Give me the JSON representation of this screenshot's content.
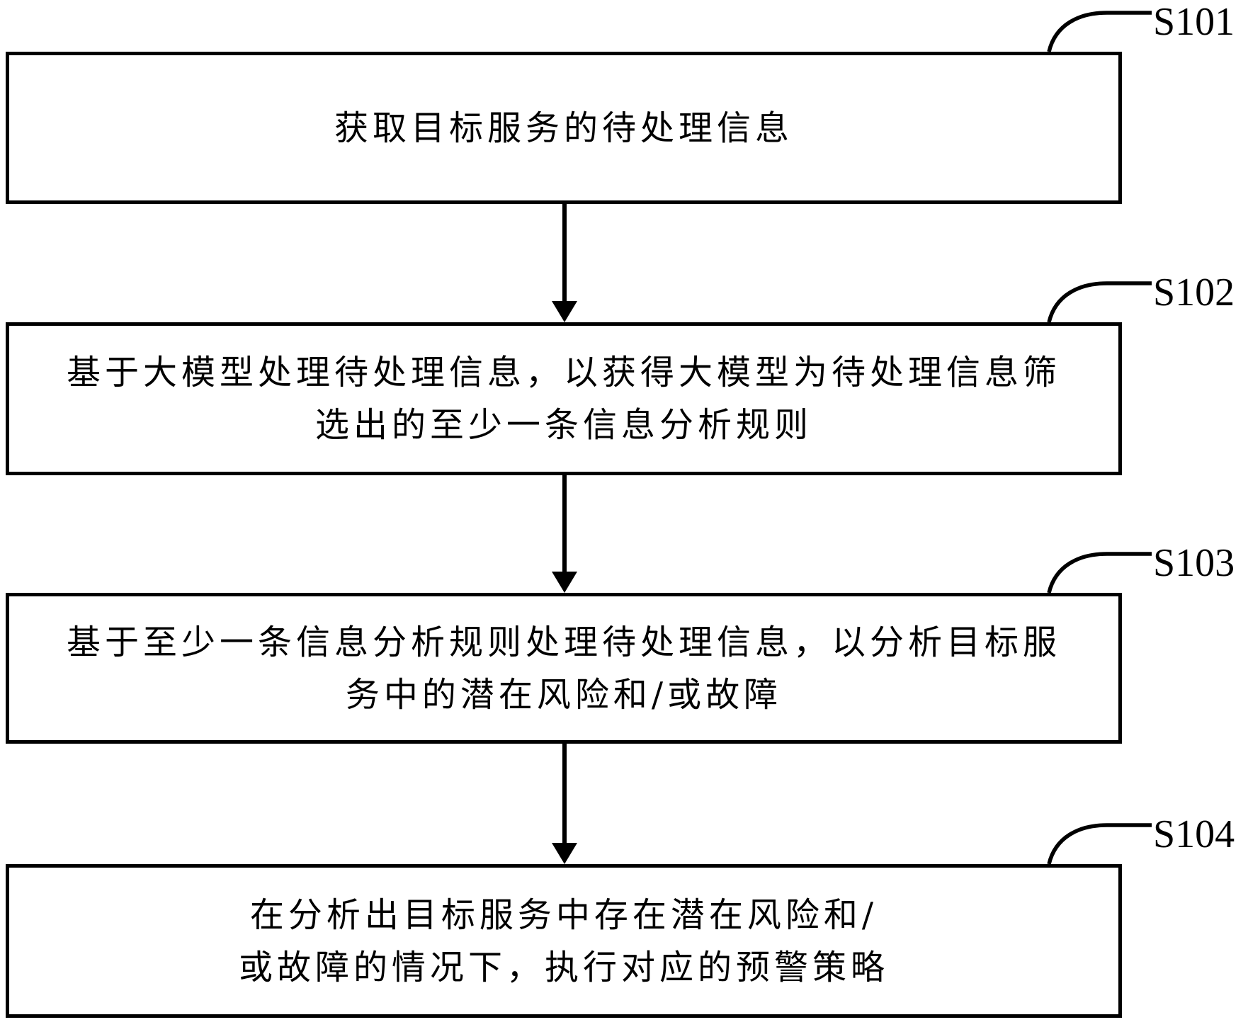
{
  "figure": {
    "type": "flowchart",
    "colors": {
      "line": "#000000",
      "background": "#ffffff"
    },
    "steps": [
      {
        "label": "S101",
        "lines": [
          "获取目标服务的待处理信息"
        ]
      },
      {
        "label": "S102",
        "lines": [
          "基于大模型处理待处理信息，以获得大模型为待处理信息筛",
          "选出的至少一条信息分析规则"
        ]
      },
      {
        "label": "S103",
        "lines": [
          "基于至少一条信息分析规则处理待处理信息，以分析目标服",
          "务中的潜在风险和/或故障"
        ]
      },
      {
        "label": "S104",
        "lines": [
          "在分析出目标服务中存在潜在风险和/",
          "或故障的情况下，执行对应的预警策略"
        ]
      }
    ]
  }
}
